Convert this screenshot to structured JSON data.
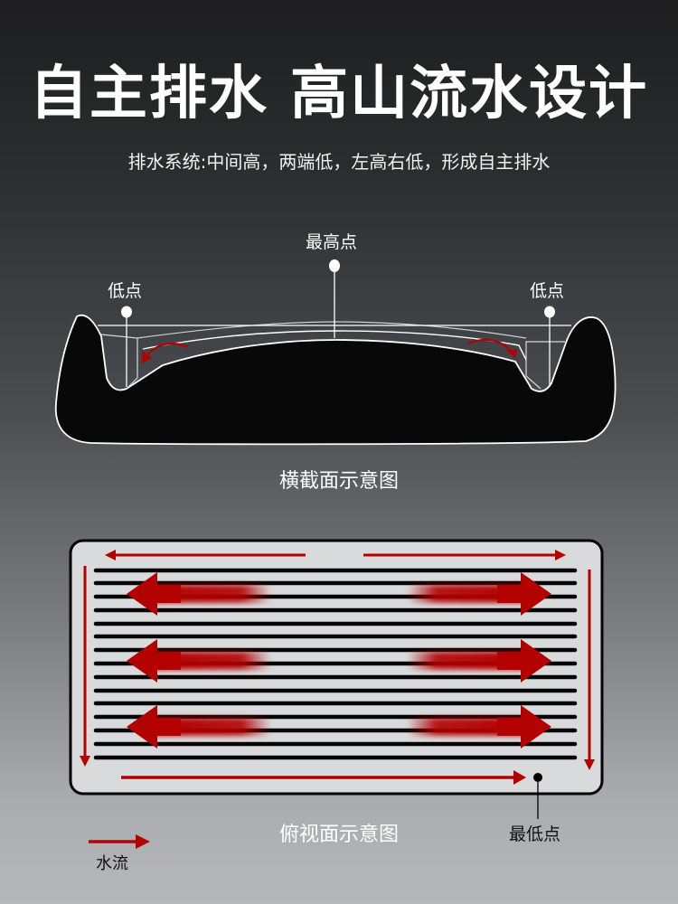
{
  "title": "自主排水 高山流水设计",
  "subtitle": "排水系统:中间高，两端低，左高右低，形成自主排水",
  "cross_section": {
    "top_label": "最高点",
    "left_label": "低点",
    "right_label": "低点",
    "caption": "横截面示意图"
  },
  "top_view": {
    "lowest_label": "最低点",
    "caption": "俯视面示意图"
  },
  "legend": {
    "label": "水流"
  },
  "colors": {
    "flow": "#b30000",
    "tray": "#050505",
    "outline": "#ffffff"
  }
}
